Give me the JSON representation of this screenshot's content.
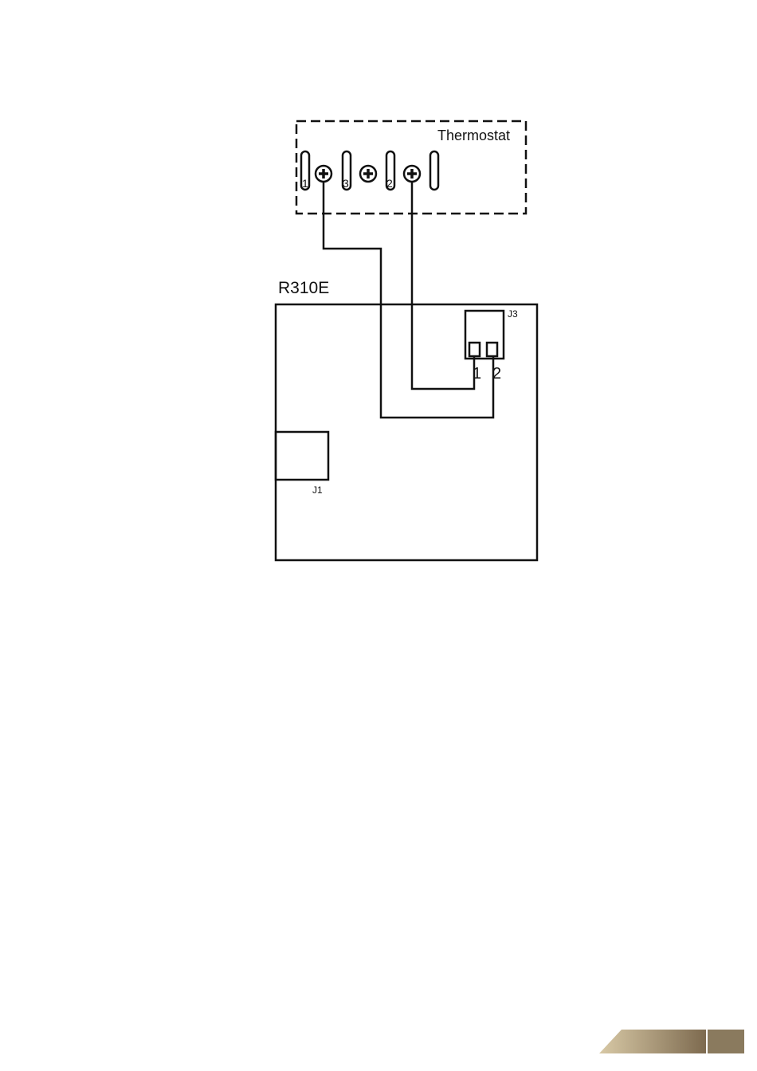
{
  "thermostat": {
    "label": "Thermostat",
    "terminal_numbers": [
      "1",
      "3",
      "2"
    ]
  },
  "board": {
    "label": "R310E",
    "connector_j3": {
      "label": "J3",
      "pin_labels": [
        "1",
        "2"
      ]
    },
    "connector_j1": {
      "label": "J1"
    }
  },
  "colors": {
    "line": "#111111",
    "footer_accent_light": "#c6b48f",
    "footer_accent_dark": "#7d6a4f",
    "footer_block": "#8a7a5e"
  }
}
